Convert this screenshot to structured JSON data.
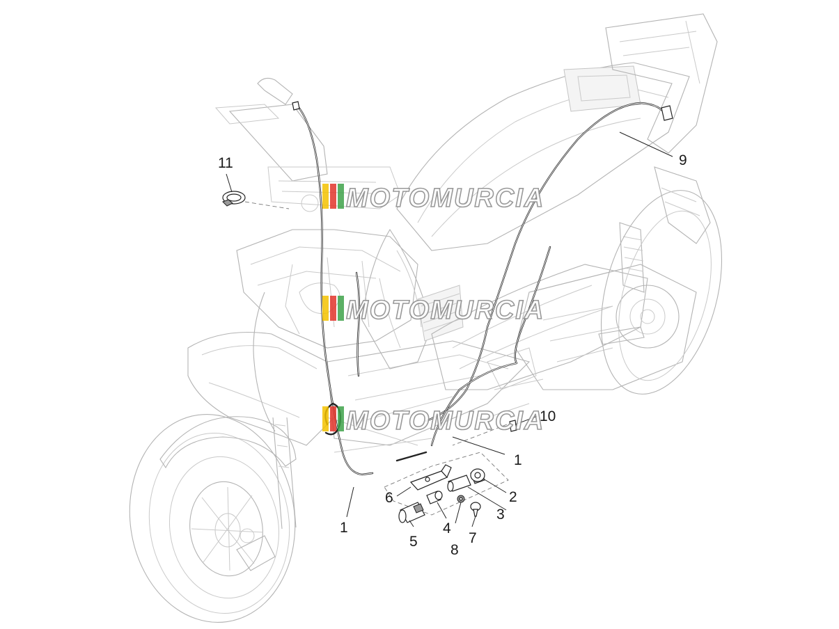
{
  "callouts": [
    {
      "id": "callout-1a",
      "label": "1"
    },
    {
      "id": "callout-1b",
      "label": "1"
    },
    {
      "id": "callout-2",
      "label": "2"
    },
    {
      "id": "callout-3",
      "label": "3"
    },
    {
      "id": "callout-4",
      "label": "4"
    },
    {
      "id": "callout-5",
      "label": "5"
    },
    {
      "id": "callout-6",
      "label": "6"
    },
    {
      "id": "callout-7",
      "label": "7"
    },
    {
      "id": "callout-8",
      "label": "8"
    },
    {
      "id": "callout-9",
      "label": "9"
    },
    {
      "id": "callout-10",
      "label": "10"
    },
    {
      "id": "callout-11",
      "label": "11"
    }
  ],
  "watermark": {
    "text": "MOTOMURCIA",
    "stripe_colors": [
      "#f3c200",
      "#e2352b",
      "#3ea24a"
    ]
  }
}
